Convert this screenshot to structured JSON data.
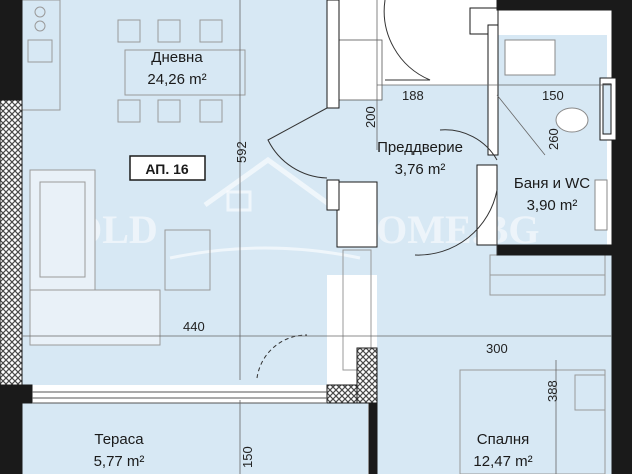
{
  "apartment": {
    "label": "АП. 16"
  },
  "rooms": [
    {
      "name": "Дневна",
      "area": "24,26 m²"
    },
    {
      "name": "Преддверие",
      "area": "3,76 m²"
    },
    {
      "name": "Баня и WC",
      "area": "3,90 m²"
    },
    {
      "name": "Тераса",
      "area": "5,77 m²"
    },
    {
      "name": "Спалня",
      "area": "12,47 m²"
    }
  ],
  "dimensions": [
    "188",
    "150",
    "200",
    "260",
    "592",
    "440",
    "300",
    "388",
    "150"
  ],
  "watermark": {
    "left": "GOLD",
    "right": "HOME.BG"
  },
  "colors": {
    "room_fill": "#d7e8f4",
    "wall": "#1a1a1a",
    "hatch": "#4a4a4a",
    "background": "#ffffff"
  }
}
